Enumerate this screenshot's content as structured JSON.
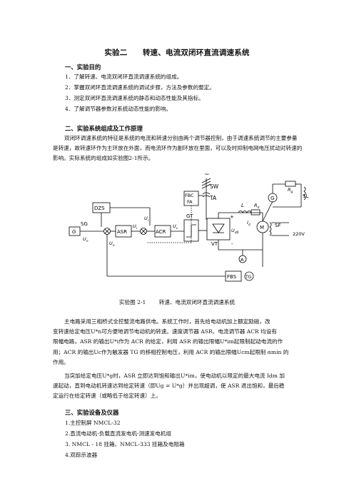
{
  "title": "实验二　　转速、电流双闭环直流调速系统",
  "sections": [
    {
      "heading": "一、实验目的",
      "items": [
        "1．了解转速、电流双闭环直流调速系统的组成。",
        "2．掌握双闭环直流调速系统的调试步骤，方法及参数的整定。",
        "3．测定双闭环直流调速系统的静态和动态性能及其指标。",
        "4．了解调节器参数对系统动态性能的影响。"
      ]
    },
    {
      "heading": "二、实验系统组成及工作原理",
      "paragraph": "双闭环调速系统的特征是系统的电流和转速分别由两个调节器控制，由于调速系统调节的主要参量是转速，故转速环作为主环放在外面，而电流环作为副环放在里面，可以及时抑制电网电压扰动对转速的影响。实际系统的组成如实验图2-1所示。"
    },
    {
      "heading": "三、实验设备及仪器",
      "items": [
        "1.主控制屏 NMCL-32",
        "2.直流电动机-负载直流发电机-测速发电机组",
        "3. NMCL - 18 挂箱、NMCL-333 挂箱及电阻箱",
        "4.双踪示波器"
      ]
    }
  ],
  "figure": {
    "caption_id": "实验图 2-1",
    "caption_text": "转速、电流双闭环直流调速系统",
    "labels": {
      "tilde": "~",
      "sw": "SW",
      "ta": "TA",
      "fbc_fa_1": "FBC",
      "fbc_fa_2": "FA",
      "dzs": "DZS",
      "sg": "SG",
      "g_src": "G",
      "un_star": "U",
      "un_star_sub": "n",
      "un": "U",
      "un_sub": "n",
      "ui_star": "U",
      "ui_star_sub": "i",
      "ui": "U",
      "ui_sub": "i",
      "asr": "ASR",
      "acr": "ACR",
      "uc": "U",
      "uc_sub": "c",
      "gt": "GT",
      "vt": "VT",
      "ud0": "U",
      "ud0_sub": "d0",
      "l": "L",
      "rd": "R",
      "rd_sub": "d",
      "id": "I",
      "id_sub": "d",
      "m": "M",
      "g_gen": "G",
      "rg": "R",
      "rg_sub": "g",
      "sl": "SL",
      "sf": "SF",
      "v220": "220V",
      "ammeter": "A",
      "fbs": "FBS",
      "tg": "TG",
      "plus": "+",
      "minus": "-"
    }
  },
  "para2": {
    "line1": "主电路采用三相桥式全控整流电路供电。系统工作时，首先给电动机加上额定励磁，改",
    "line2": "变转速给定电压U*n可方便地调节电动机的转速。速度调节器 ASR、电流调节器 ACR 均设有",
    "line3": "限幅电路，ASR 的输出U*i作为 ACR 的给定，利用 ASR 的输出限幅U*im起限制起动电流的作",
    "line4": "用；ACR 的输出Uc作为触发器 TG 的移相控制电压，利用 ACR 的输出限幅Ucm起限制 αmin 的",
    "line5": "作用。"
  },
  "para3": {
    "line1": "当突加给定电压U*g时，ASR 立即达到饱和输出U*im，使电动机以限定的最大电流 Idm 加",
    "line2": "速起动，直到电动机转速达到给定转速（即Ug = U*g）并出现超调，使 ASR 退出饱和，最后稳",
    "line3": "定运行在给定转速（或略低于给定转速）上。"
  }
}
